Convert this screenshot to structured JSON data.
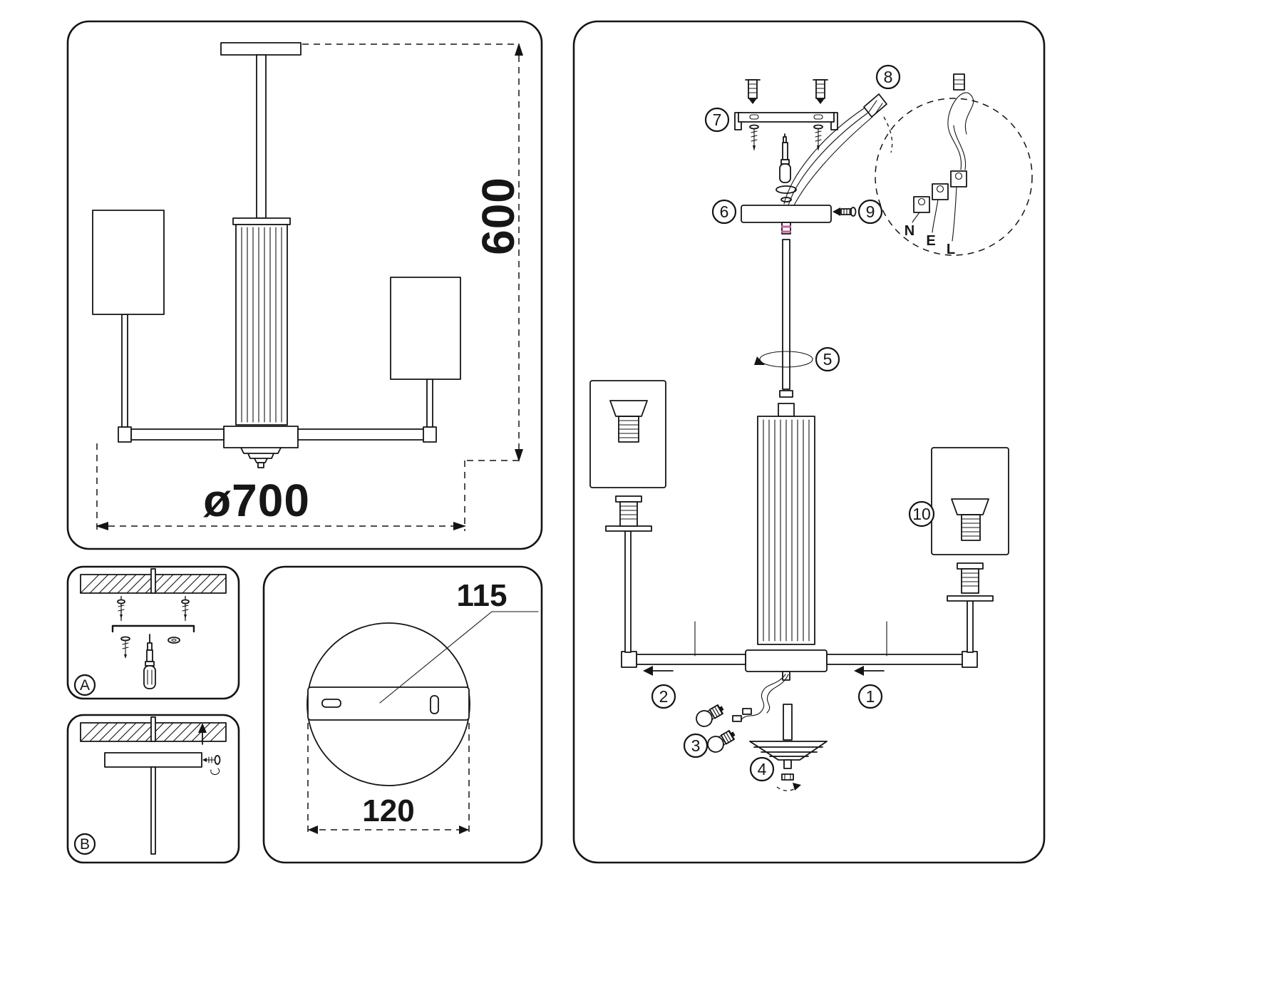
{
  "colors": {
    "ink": "#141414",
    "background": "#ffffff",
    "wire_mark": "#c95f9f"
  },
  "dimension_panel": {
    "height": "600",
    "diameter": "ø700"
  },
  "plate_panel": {
    "hole_label": "115",
    "width_label": "120"
  },
  "insets": {
    "a": "A",
    "b": "B"
  },
  "assembly": {
    "wiring": {
      "n": "N",
      "e": "E",
      "l": "L"
    },
    "steps": {
      "s1": "1",
      "s2": "2",
      "s3": "3",
      "s4": "4",
      "s5": "5",
      "s6": "6",
      "s7": "7",
      "s8": "8",
      "s9": "9",
      "s10": "10"
    }
  }
}
